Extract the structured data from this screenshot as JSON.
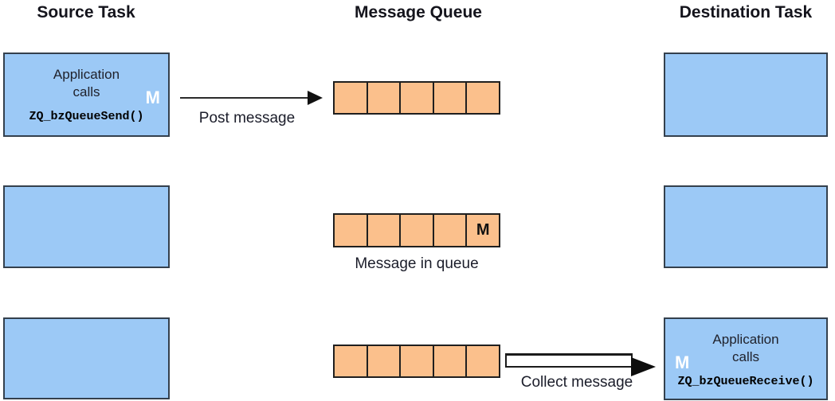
{
  "headers": {
    "source": "Source Task",
    "queue": "Message Queue",
    "destination": "Destination Task"
  },
  "row1": {
    "source_box": {
      "line1": "Application",
      "line2": "calls",
      "marker": "M",
      "code": "ZQ_bzQueueSend()"
    },
    "arrow_label": "Post message",
    "queue": {
      "cells": [
        "",
        "",
        "",
        "",
        ""
      ]
    }
  },
  "row2": {
    "queue": {
      "cells": [
        "",
        "",
        "",
        "",
        "M"
      ]
    },
    "queue_label": "Message in queue"
  },
  "row3": {
    "queue": {
      "cells": [
        "",
        "",
        "",
        "",
        ""
      ]
    },
    "arrow_label": "Collect message",
    "dest_box": {
      "marker": "M",
      "line1": "Application",
      "line2": "calls",
      "code": "ZQ_bzQueueReceive()"
    }
  },
  "colors": {
    "task_box_fill": "#9cc9f6",
    "task_box_border": "#34404d",
    "queue_cell_fill": "#fbc08c",
    "queue_cell_border": "#1f1f1f",
    "marker_on_box": "#ffffff",
    "marker_in_queue": "#111111",
    "text": "#14141c",
    "background": "#ffffff"
  }
}
